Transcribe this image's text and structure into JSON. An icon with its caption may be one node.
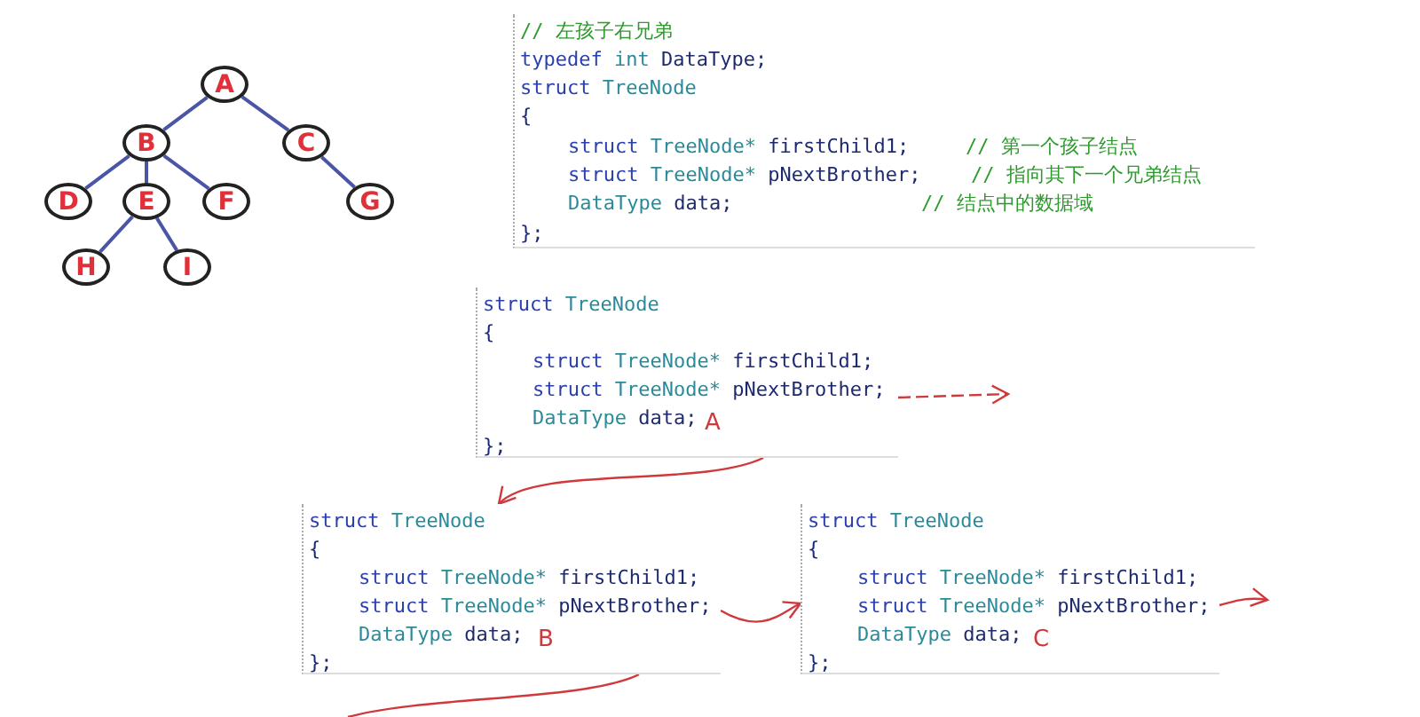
{
  "diagram": {
    "nodes": [
      {
        "text": [
          "A"
        ]
      },
      {
        "text": [
          "B"
        ]
      },
      {
        "text": [
          "C"
        ]
      },
      {
        "text": [
          "D"
        ]
      },
      {
        "text": [
          "E"
        ]
      },
      {
        "text": [
          "F"
        ]
      },
      {
        "text": [
          "G"
        ]
      },
      {
        "text": [
          "H"
        ]
      },
      {
        "text": [
          "I"
        ]
      },
      {
        "text": [
          "// 左孩子右兄弟",
          "typedef int DataType;",
          "struct TreeNode",
          "{",
          "struct TreeNode* firstChild1;",
          "// 第一个孩子结点",
          "struct TreeNode* pNextBrother;",
          "// 指向其下一个兄弟结点",
          "DataType data;",
          "// 结点中的数据域",
          "};"
        ]
      },
      {
        "text": [
          "struct TreeNode",
          "{",
          "struct TreeNode* firstChild1;",
          "struct TreeNode* pNextBrother;",
          "DataType data;",
          "};",
          "A"
        ]
      },
      {
        "text": [
          "struct TreeNode",
          "{",
          "struct TreeNode* firstChild1;",
          "struct TreeNode* pNextBrother;",
          "DataType data;",
          "};",
          "B"
        ]
      },
      {
        "text": [
          "struct TreeNode",
          "{",
          "struct TreeNode* firstChild1;",
          "struct TreeNode* pNextBrother;",
          "DataType data;",
          "};",
          "C"
        ]
      }
    ],
    "edges": [
      {
        "from": 0,
        "to": 1,
        "arrow": "none"
      },
      {
        "from": 0,
        "to": 2,
        "arrow": "none"
      },
      {
        "from": 1,
        "to": 3,
        "arrow": "none"
      },
      {
        "from": 1,
        "to": 4,
        "arrow": "none"
      },
      {
        "from": 1,
        "to": 5,
        "arrow": "none"
      },
      {
        "from": 2,
        "to": 6,
        "arrow": "none"
      },
      {
        "from": 4,
        "to": 7,
        "arrow": "none"
      },
      {
        "from": 4,
        "to": 8,
        "arrow": "none"
      },
      {
        "from": 10,
        "to": 11,
        "arrow": "to",
        "color": "#d0393b"
      },
      {
        "from": 10,
        "to": null,
        "arrow": "to",
        "style": "dashed",
        "color": "#d0393b"
      },
      {
        "from": 11,
        "to": 12,
        "arrow": "to",
        "color": "#d0393b"
      },
      {
        "from": 11,
        "to": null,
        "arrow": "none",
        "color": "#d0393b"
      },
      {
        "from": 12,
        "to": null,
        "arrow": "to",
        "color": "#d0393b"
      }
    ]
  }
}
